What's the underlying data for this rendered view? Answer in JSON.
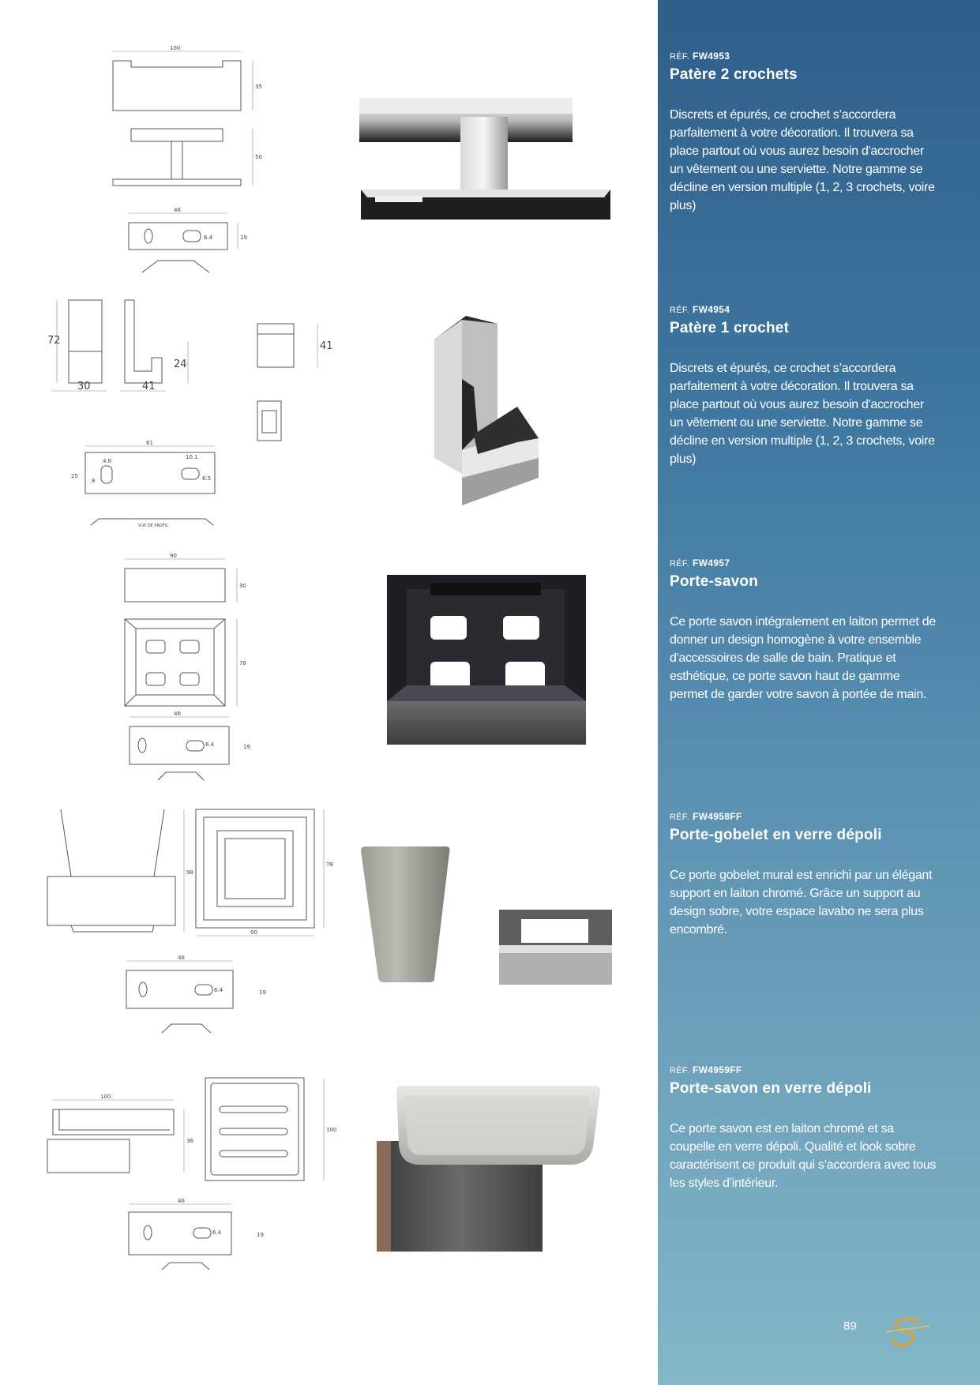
{
  "page": {
    "number": "89"
  },
  "colors": {
    "sidebar_top": "#2f5f8a",
    "sidebar_bottom": "#84b6c8",
    "logo_gold": "#c9a652",
    "text": "#ffffff"
  },
  "products": [
    {
      "ref_label": "RÉF.",
      "ref": "FW4953",
      "title": "Patère 2 crochets",
      "description": "Discrets et épurés, ce crochet s’accordera parfaitement à votre décoration. Il trouvera sa place partout où vous aurez besoin d'accrocher un vêtement ou une serviette. Notre gamme se décline en version multiple (1, 2, 3 crochets, voire plus)",
      "dims": {
        "width": "100",
        "h1": "35",
        "h2": "50",
        "base": "46",
        "base_h": "19",
        "slot": "6.4"
      }
    },
    {
      "ref_label": "RÉF.",
      "ref": "FW4954",
      "title": "Patère 1 crochet",
      "description": "Discrets et épurés, ce crochet s’accordera parfaitement à votre décoration. Il trouvera sa place partout où vous aurez besoin d'accrocher un vêtement ou une serviette. Notre gamme se décline en version multiple (1, 2, 3 crochets, voire plus)",
      "dims": {
        "h": "72",
        "w": "30",
        "d": "41",
        "hook": "24",
        "side": "41",
        "base": "61",
        "base_h": "25",
        "d1": "4.6",
        "d2": "10.1",
        "d3": "6.5",
        "d4": "8",
        "profile": "VUE DE PROFIL"
      }
    },
    {
      "ref_label": "RÉF.",
      "ref": "FW4957",
      "title": "Porte-savon",
      "description": "Ce porte savon intégralement en laiton permet de donner un design homogène à votre ensemble d'accessoires de salle de bain. Pratique et esthétique, ce porte savon haut de gamme permet de garder votre savon à portée de main.",
      "dims": {
        "w": "90",
        "h": "30",
        "d": "78",
        "base": "46",
        "base_h": "19",
        "slot": "6.4"
      }
    },
    {
      "ref_label": "RÉF.",
      "ref": "FW4958FF",
      "title": "Porte-gobelet en verre dépoli",
      "description": "Ce porte gobelet mural est enrichi par un élégant support en laiton chromé. Grâce un support au design sobre, votre espace lavabo ne sera plus encombré.",
      "dims": {
        "h": "98",
        "w": "90",
        "d": "78",
        "base": "46",
        "base_h": "19",
        "slot": "6.4"
      }
    },
    {
      "ref_label": "RÉF.",
      "ref": "FW4959FF",
      "title": "Porte-savon en verre dépoli",
      "description": "Ce porte savon est en laiton chromé et sa coupelle en verre dépoli. Qualité et look sobre caractérisent ce produit qui s’accordera avec tous les styles d’intérieur.",
      "dims": {
        "w": "100",
        "h": "36",
        "d": "100",
        "base": "46",
        "base_h": "19",
        "slot": "6.4"
      }
    }
  ]
}
